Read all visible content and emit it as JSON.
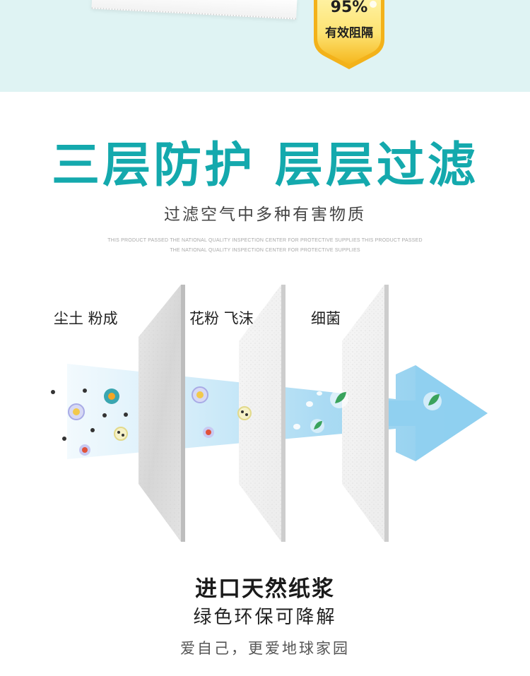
{
  "badge": {
    "percent": "95%",
    "text": "有效阻隔"
  },
  "headline": {
    "title": "三层防护 层层过滤",
    "subtitle": "过滤空气中多种有害物质",
    "fine_print_1": "THIS PRODUCT PASSED THE NATIONAL QUALITY INSPECTION CENTER FOR PROTECTIVE SUPPLIES THIS PRODUCT PASSED",
    "fine_print_2": "THE NATIONAL QUALITY INSPECTION CENTER FOR PROTECTIVE SUPPLIES"
  },
  "filter_layers": [
    {
      "label": "尘土 粉成"
    },
    {
      "label": "花粉 飞沫"
    },
    {
      "label": "细菌"
    }
  ],
  "footer": {
    "title": "进口天然纸浆",
    "subtitle": "绿色环保可降解",
    "note": "爱自己，更爱地球家园"
  },
  "colors": {
    "accent": "#14a9ad",
    "top_band": "#dff3f3",
    "badge_gold": "#f7c631",
    "arrow_blue": "#8fd0ef"
  },
  "icons": [
    "badge-shield-icon",
    "dust-particle-icon",
    "pollen-icon",
    "bacteria-icon",
    "leaf-icon",
    "arrow-icon"
  ]
}
